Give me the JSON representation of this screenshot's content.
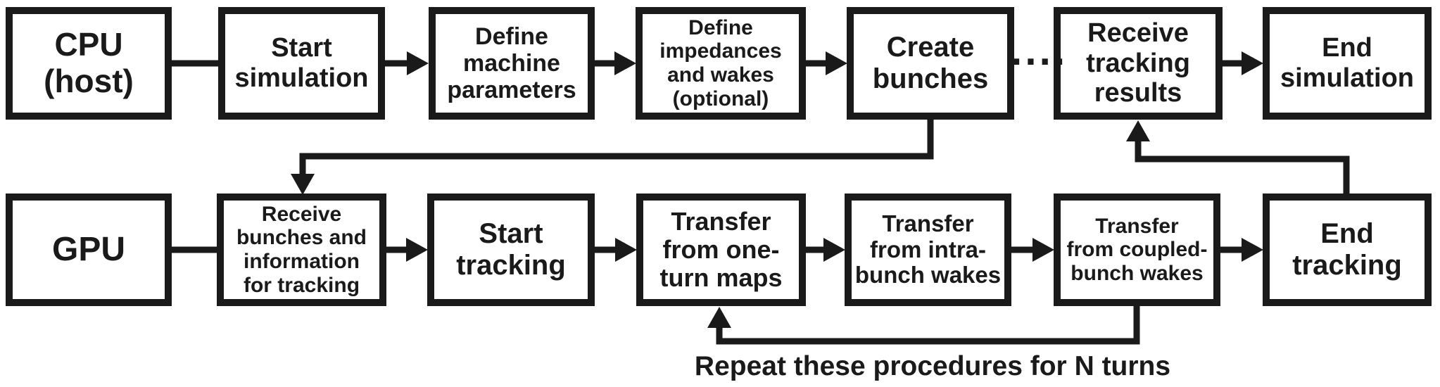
{
  "colors": {
    "ink": "#1a1a1a",
    "background": "#ffffff"
  },
  "boxes": {
    "cpu_host": "CPU\n(host)",
    "start_simulation": "Start\nsimulation",
    "define_machine_parameters": "Define\nmachine\nparameters",
    "define_impedances": "Define\nimpedances\nand wakes\n(optional)",
    "create_bunches": "Create\nbunches",
    "receive_tracking_results": "Receive\ntracking\nresults",
    "end_simulation": "End\nsimulation",
    "gpu": "GPU",
    "receive_bunches": "Receive\nbunches and\ninformation\nfor tracking",
    "start_tracking": "Start\ntracking",
    "transfer_one_turn_maps": "Transfer\nfrom one-\nturn maps",
    "transfer_intra_bunch_wakes": "Transfer\nfrom intra-\nbunch wakes",
    "transfer_coupled_bunch_wakes": "Transfer\nfrom coupled-\nbunch wakes",
    "end_tracking": "End\ntracking"
  },
  "annotations": {
    "loop_caption": "Repeat these procedures for N turns",
    "ellipsis": "····"
  }
}
